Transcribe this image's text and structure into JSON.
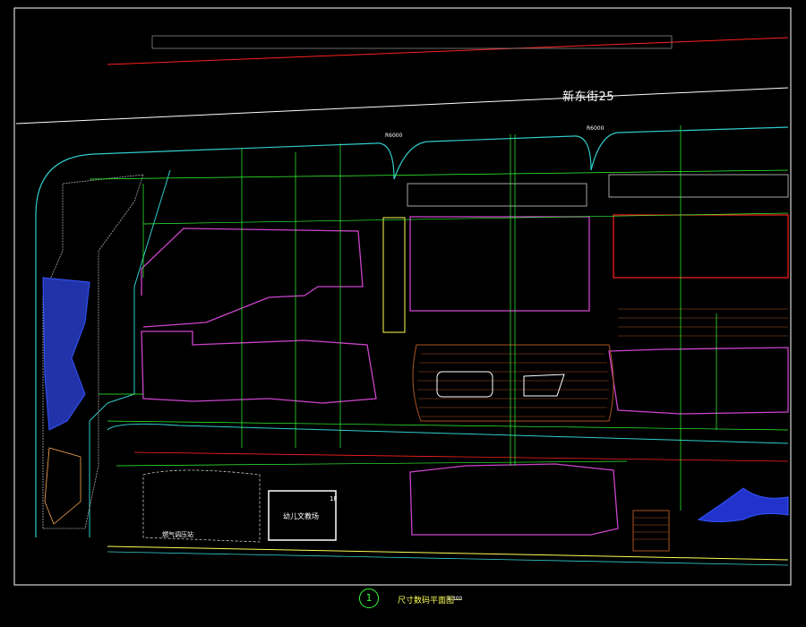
{
  "drawing": {
    "street_name": "新东街25",
    "caption_number": "1",
    "caption_title": "尺寸数码平面图一",
    "caption_scale": "1:300",
    "kindergarten_label": "幼儿文教场",
    "kindergarten_floor": "1F",
    "gas_label": "燃气调压站",
    "radius_labels": [
      "R6000",
      "R6000"
    ],
    "colors": {
      "background": "#000000",
      "frame": "#ffffff",
      "boundary_red": "#ff2020",
      "dimension_green": "#33ff33",
      "building_magenta": "#cc44cc",
      "road_cyan": "#33cccc",
      "water_blue": "#2244ff",
      "fill_orange": "#aa5522",
      "text_yellow": "#ffff55"
    }
  }
}
